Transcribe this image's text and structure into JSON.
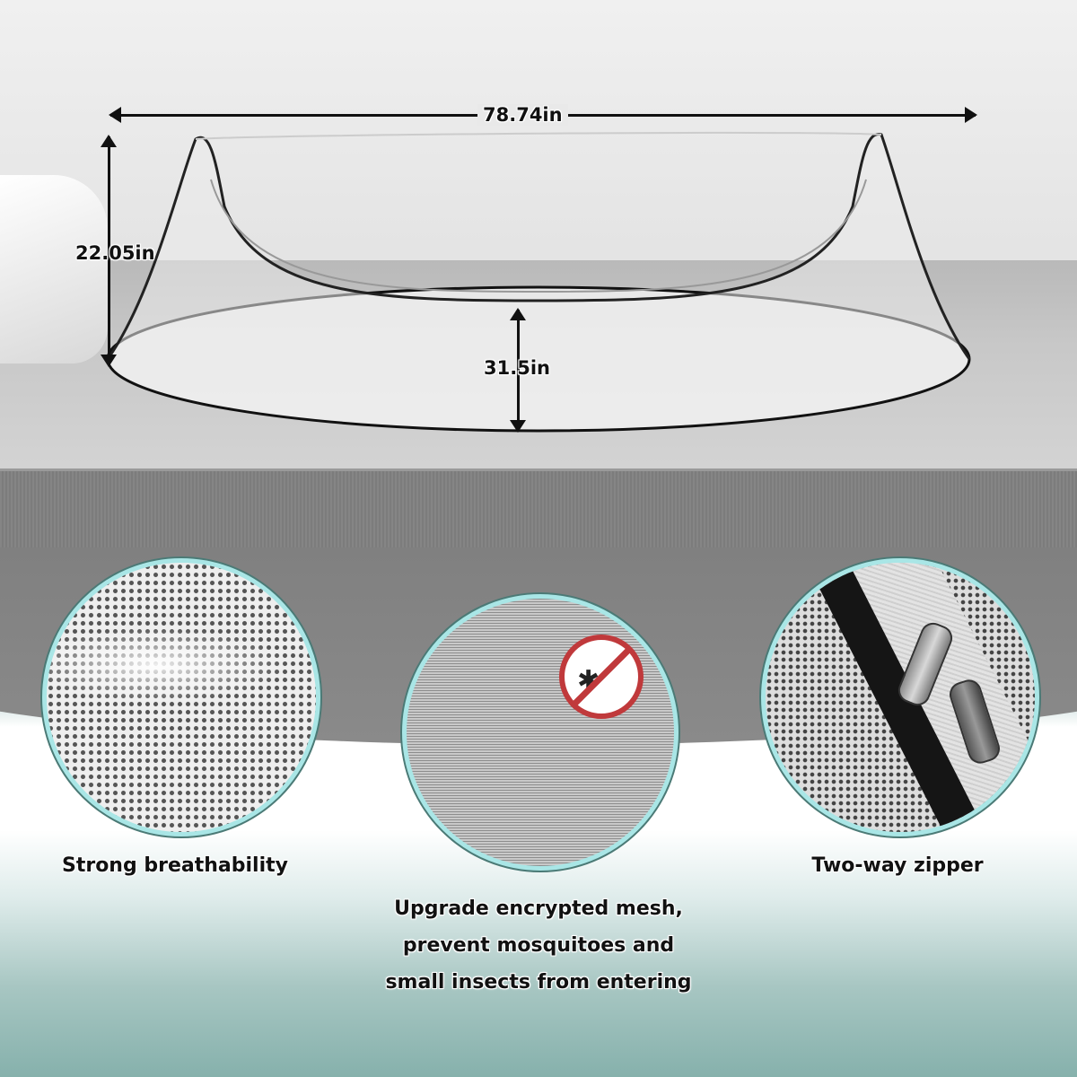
{
  "image": {
    "type": "product-infographic",
    "subject": "pop-up mosquito net tent on bed"
  },
  "dimensions": {
    "width": "78.74in",
    "height": "22.05in",
    "depth": "31.5in"
  },
  "features": [
    {
      "id": "breathability",
      "caption": "Strong breathability",
      "icon": "honeycomb-mesh-closeup"
    },
    {
      "id": "mesh",
      "caption_lines": [
        "Upgrade encrypted mesh,",
        "prevent mosquitoes and",
        "small insects from entering"
      ],
      "icon": "no-mosquito-icon"
    },
    {
      "id": "zipper",
      "caption": "Two-way zipper",
      "icon": "zipper-pullers-closeup"
    }
  ],
  "colors": {
    "circle_border": "#a9e6e6",
    "teal_background": "#86b1ac",
    "mattress_gray": "#808080",
    "no_sign_red": "#c0393b"
  }
}
